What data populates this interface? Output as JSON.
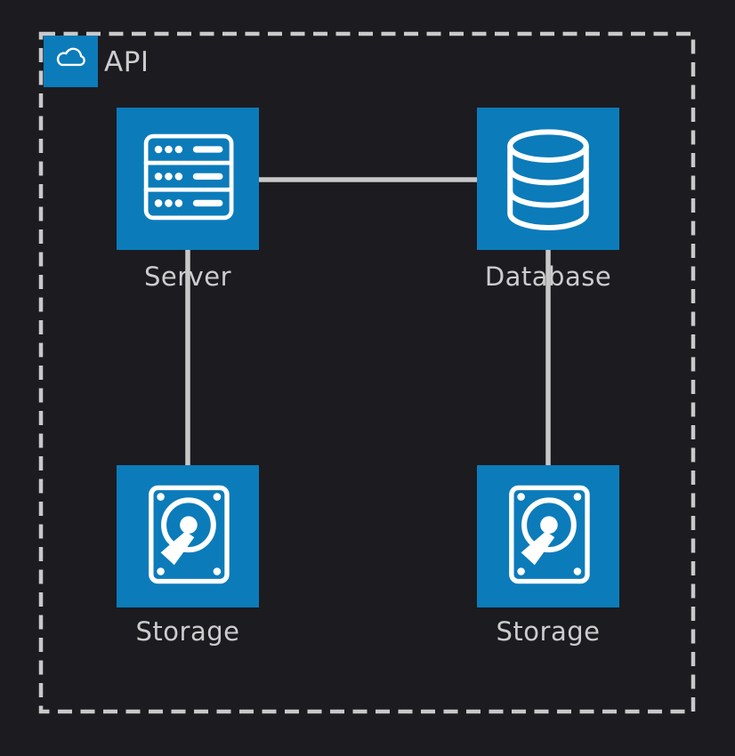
{
  "diagram": {
    "type": "architecture",
    "group": {
      "label": "API",
      "icon": "cloud-icon"
    },
    "nodes": [
      {
        "id": "server",
        "label": "Server",
        "icon": "server-icon"
      },
      {
        "id": "database",
        "label": "Database",
        "icon": "database-icon"
      },
      {
        "id": "storage-left",
        "label": "Storage",
        "icon": "hard-disk-icon"
      },
      {
        "id": "storage-right",
        "label": "Storage",
        "icon": "hard-disk-icon"
      }
    ],
    "edges": [
      {
        "from": "server",
        "to": "database",
        "orientation": "horizontal"
      },
      {
        "from": "server",
        "to": "storage-left",
        "orientation": "vertical"
      },
      {
        "from": "database",
        "to": "storage-right",
        "orientation": "vertical"
      }
    ],
    "colors": {
      "background": "#1b1b20",
      "node_fill": "#0c7bba",
      "icon_stroke": "#ffffff",
      "edge_line": "#c8c8c8",
      "group_border": "#c9c9c9",
      "label_text": "#cccccc"
    }
  }
}
